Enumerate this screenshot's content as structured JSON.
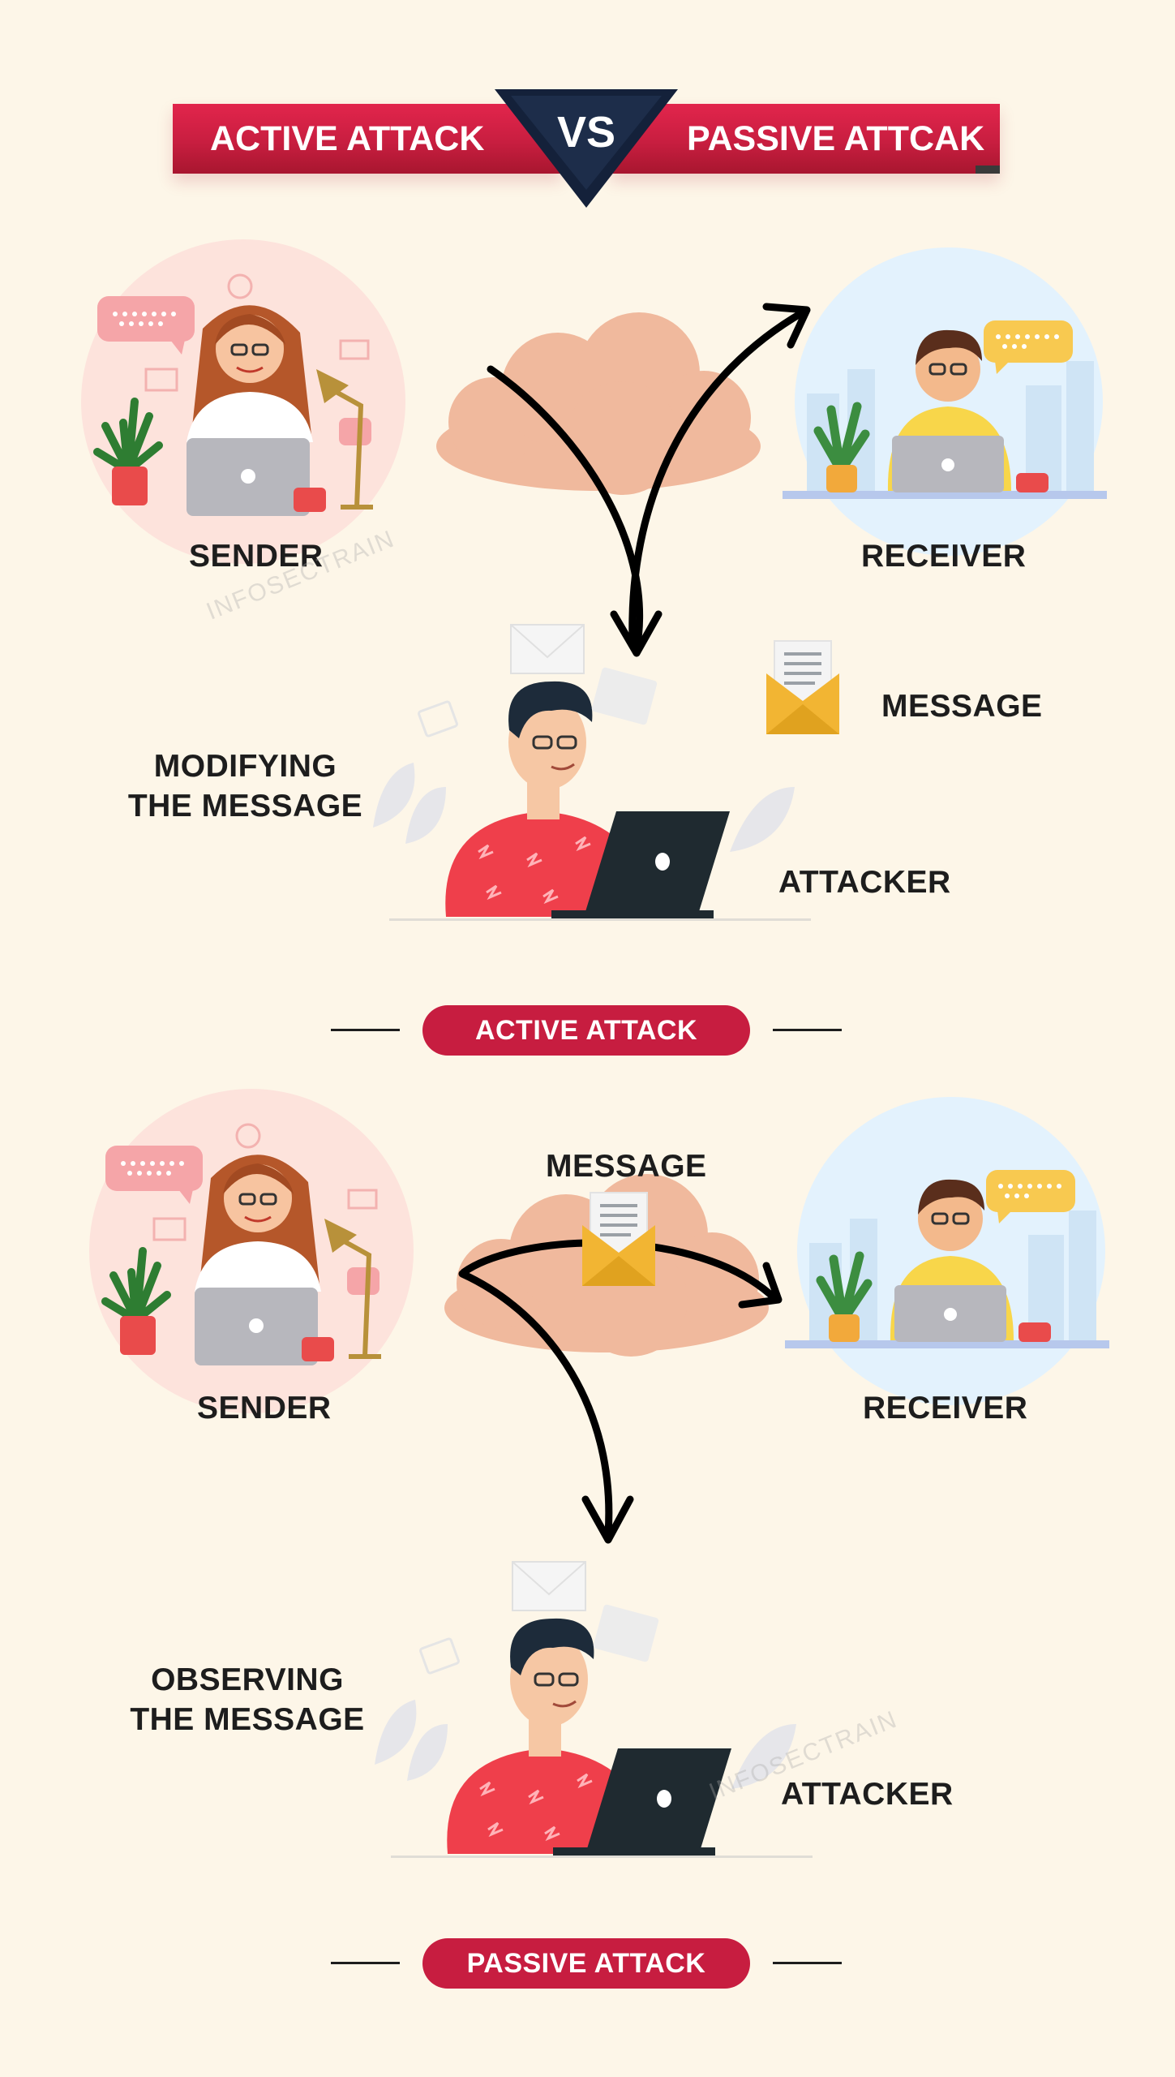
{
  "banner": {
    "left_title": "ACTIVE ATTACK",
    "vs": "VS",
    "right_title": "PASSIVE ATTCAK"
  },
  "active": {
    "sender": "SENDER",
    "receiver": "RECEIVER",
    "message": "MESSAGE",
    "action_line1": "MODIFYING",
    "action_line2": "THE MESSAGE",
    "attacker": "ATTACKER",
    "pill": "ACTIVE ATTACK"
  },
  "passive": {
    "sender": "SENDER",
    "receiver": "RECEIVER",
    "message": "MESSAGE",
    "action_line1": "OBSERVING",
    "action_line2": "THE MESSAGE",
    "attacker": "ATTACKER",
    "pill": "PASSIVE ATTACK"
  },
  "watermark": "INFOSECTRAIN",
  "colors": {
    "background": "#fdf6e8",
    "accent_red": "#c71d40",
    "vs_navy": "#14213a",
    "cloud": "#f0b99d",
    "sender_bg": "#fde3dc",
    "receiver_bg": "#e3f2fd"
  }
}
